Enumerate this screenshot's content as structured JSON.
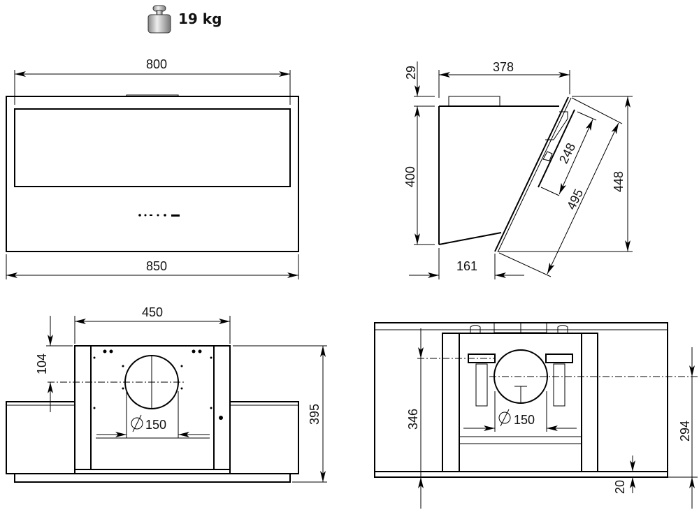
{
  "weight": {
    "icon": "weight-icon",
    "label": "19 kg"
  },
  "front_view": {
    "width_inner": "800",
    "width_outer": "850"
  },
  "side_view": {
    "top_offset": "29",
    "depth": "378",
    "height": "400",
    "bottom_depth": "161",
    "total_height": "448",
    "glass_length": "495",
    "bracket_length": "248"
  },
  "bottom_view_left": {
    "box_width": "450",
    "duct_offset": "104",
    "total_height": "395",
    "duct_diameter": "150"
  },
  "bottom_view_right": {
    "bracket_height": "346",
    "duct_height": "294",
    "bottom_offset": "20",
    "duct_diameter": "150"
  },
  "colors": {
    "line": "#000000",
    "background": "#ffffff"
  }
}
